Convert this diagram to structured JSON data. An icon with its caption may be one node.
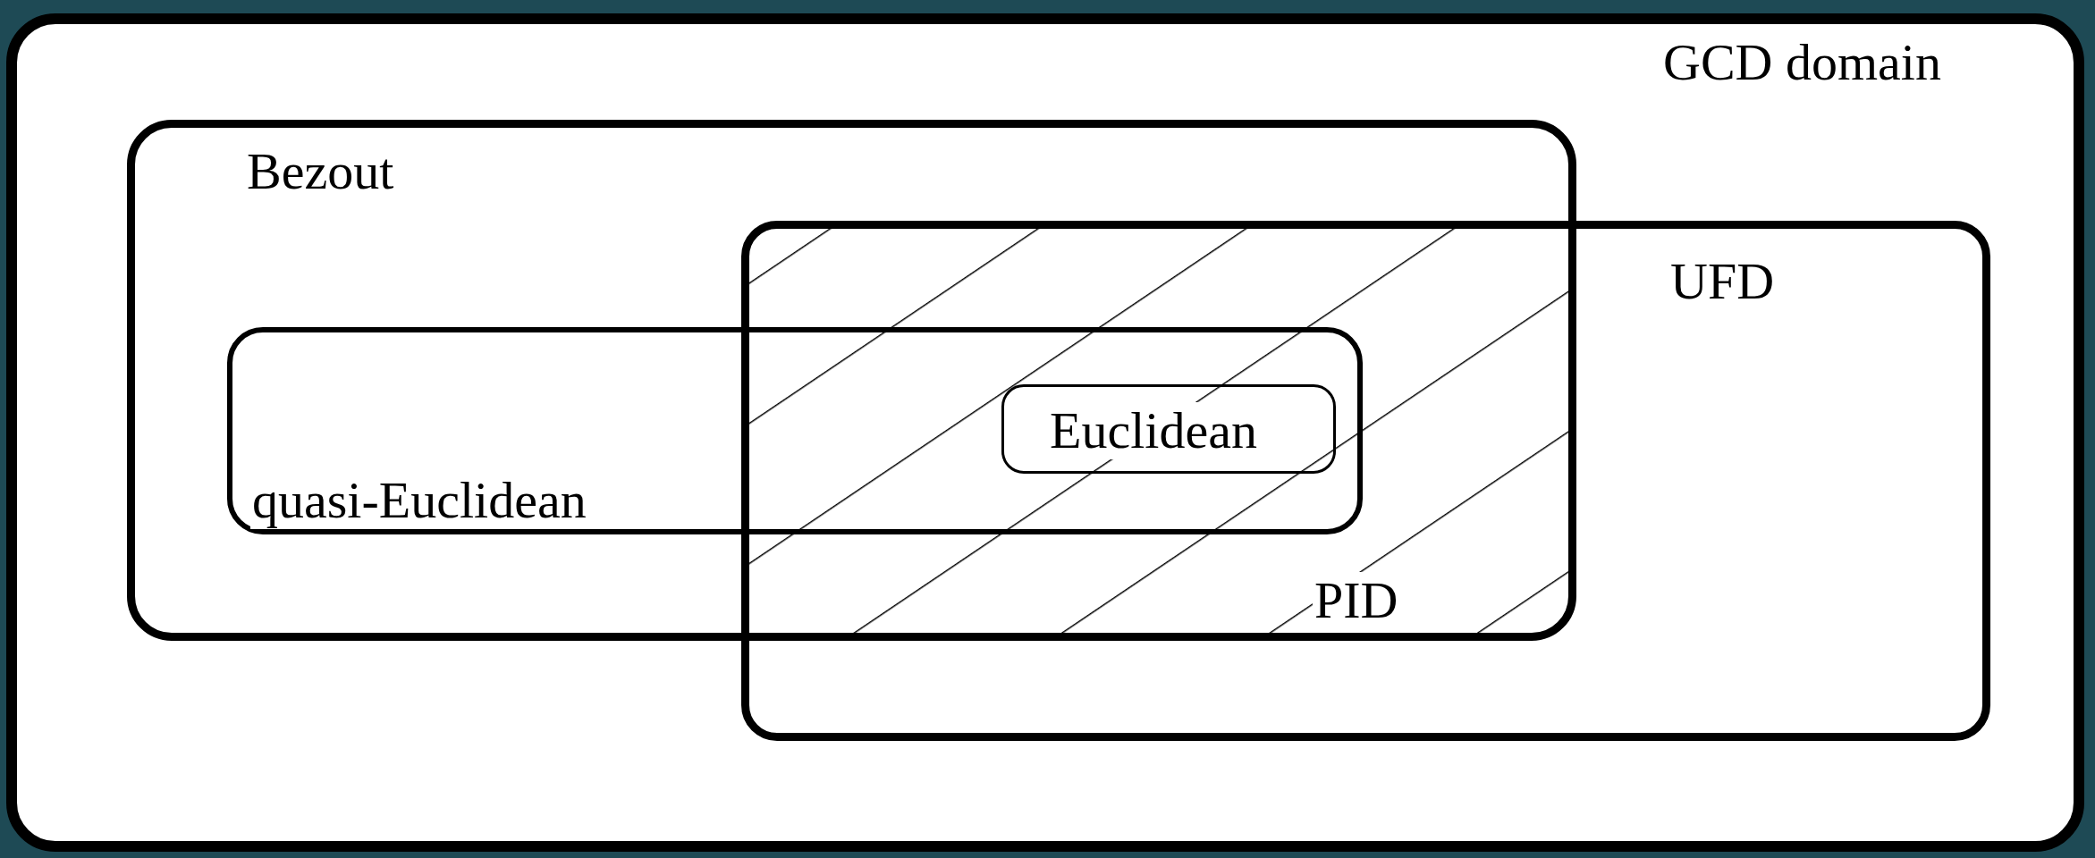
{
  "diagram": {
    "nodes": [
      {
        "text": [
          "GCD domain"
        ]
      },
      {
        "text": [
          "Bezout"
        ],
        "in": 0
      },
      {
        "text": [
          "quasi-Euclidean"
        ],
        "in": 1
      },
      {
        "text": [
          "UFD"
        ],
        "in": 0
      },
      {
        "text": [
          "PID"
        ]
      },
      {
        "text": [
          "Euclidean"
        ]
      }
    ]
  }
}
